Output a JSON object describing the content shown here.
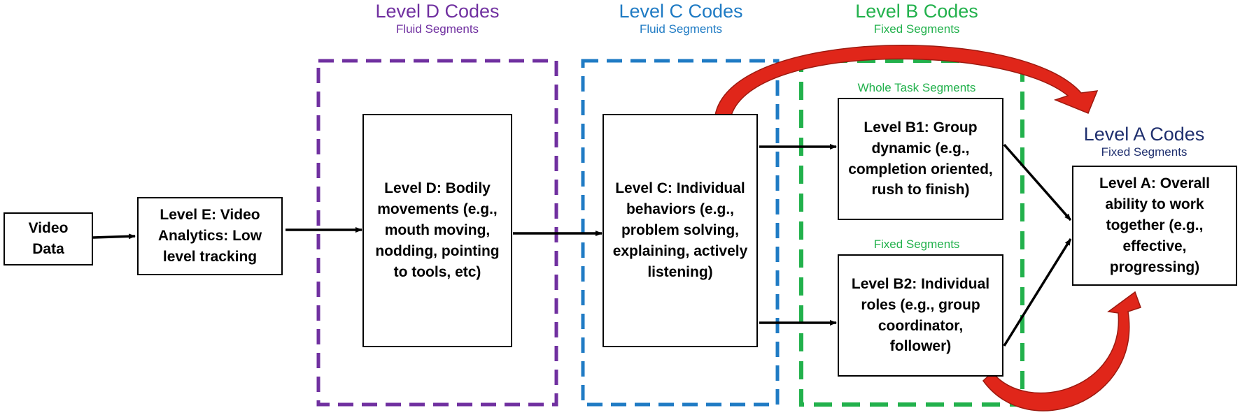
{
  "colors": {
    "level_d": "#7030A0",
    "level_c": "#1F7BC4",
    "level_b": "#22B14C",
    "level_a": "#1F2F6E",
    "curved_arrow": "#E0261A",
    "box_border": "#000000"
  },
  "regions": {
    "level_d": {
      "title": "Level D Codes",
      "subtitle": "Fluid Segments"
    },
    "level_c": {
      "title": "Level C Codes",
      "subtitle": "Fluid Segments"
    },
    "level_b": {
      "title": "Level B Codes",
      "subtitle": "Fixed Segments"
    },
    "level_a": {
      "title": "Level A Codes",
      "subtitle": "Fixed Segments"
    }
  },
  "sublabels": {
    "whole_task": "Whole Task Segments",
    "fixed": "Fixed Segments"
  },
  "boxes": {
    "video_data": "Video Data",
    "level_e": "Level E: Video Analytics: Low level tracking",
    "level_d": "Level D: Bodily movements (e.g., mouth moving, nodding, pointing to tools, etc)",
    "level_c": "Level C: Individual behaviors (e.g., problem solving, explaining, actively listening)",
    "level_b1": "Level B1: Group dynamic (e.g., completion oriented, rush to finish)",
    "level_b2": "Level B2: Individual roles (e.g., group coordinator, follower)",
    "level_a": "Level A: Overall ability to work together (e.g., effective, progressing)"
  }
}
